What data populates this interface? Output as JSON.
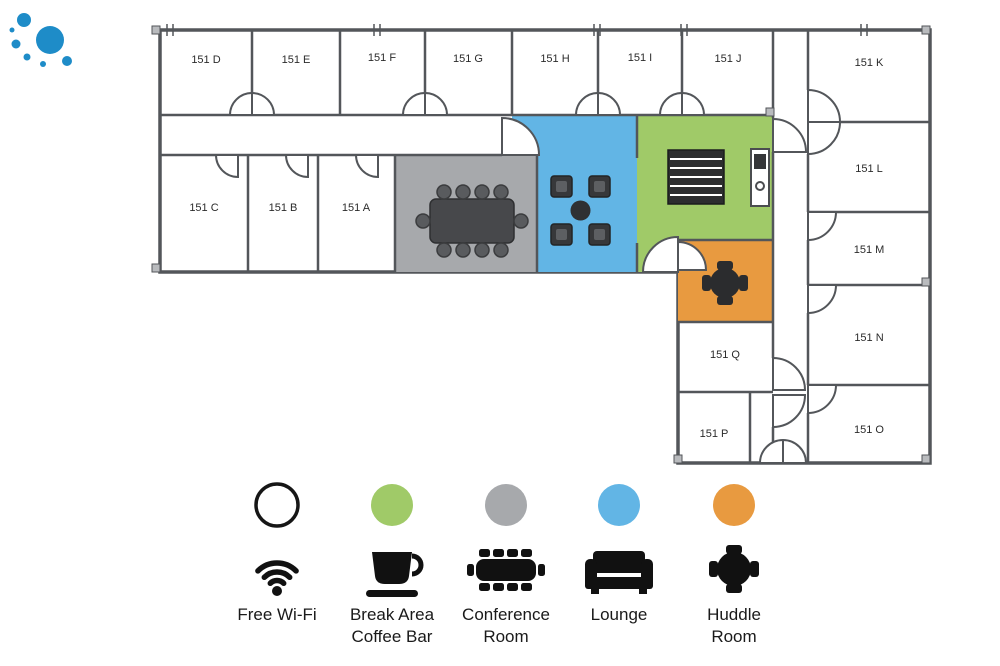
{
  "logo": {
    "name": "dot-cluster-logo",
    "color": "#1e8cc8"
  },
  "floorplan": {
    "rooms": [
      {
        "label": "151 D"
      },
      {
        "label": "151 E"
      },
      {
        "label": "151 F"
      },
      {
        "label": "151 G"
      },
      {
        "label": "151 H"
      },
      {
        "label": "151 I"
      },
      {
        "label": "151 J"
      },
      {
        "label": "151 K"
      },
      {
        "label": "151 L"
      },
      {
        "label": "151 M"
      },
      {
        "label": "151 N"
      },
      {
        "label": "151 O"
      },
      {
        "label": "151 C"
      },
      {
        "label": "151 B"
      },
      {
        "label": "151 A"
      },
      {
        "label": "151 Q"
      },
      {
        "label": "151 P"
      }
    ],
    "areas": {
      "lounge": {
        "name": "Lounge",
        "color": "#62b5e5"
      },
      "break": {
        "name": "Break Area Coffee Bar",
        "color": "#a0ca68"
      },
      "conference": {
        "name": "Conference Room",
        "color": "#a7a9ac"
      },
      "huddle": {
        "name": "Huddle Room",
        "color": "#e89a40"
      }
    }
  },
  "legend": {
    "items": [
      {
        "label_line1": "Free Wi-Fi",
        "label_line2": "",
        "swatch": "#ffffff",
        "icon": "wifi-icon"
      },
      {
        "label_line1": "Break Area",
        "label_line2": "Coffee Bar",
        "swatch": "#a0ca68",
        "icon": "coffee-cup-icon"
      },
      {
        "label_line1": "Conference",
        "label_line2": "Room",
        "swatch": "#a7a9ac",
        "icon": "conference-table-icon"
      },
      {
        "label_line1": "Lounge",
        "label_line2": "",
        "swatch": "#62b5e5",
        "icon": "sofa-icon"
      },
      {
        "label_line1": "Huddle",
        "label_line2": "Room",
        "swatch": "#e89a40",
        "icon": "round-table-icon"
      }
    ]
  }
}
